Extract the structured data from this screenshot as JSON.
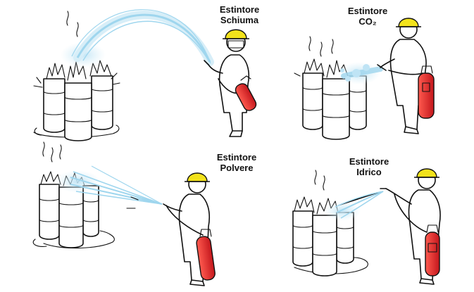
{
  "colors": {
    "helmet": "#f2e21b",
    "extinguisher": "#e0262b",
    "spray": "#9fd6ee",
    "spray_light": "#d7eef8",
    "ink": "#111111",
    "background": "#ffffff"
  },
  "panels": [
    {
      "id": "schiuma",
      "line1": "Estintore",
      "line2": "Schiuma"
    },
    {
      "id": "co2",
      "line1": "Estintore",
      "line2": "CO₂"
    },
    {
      "id": "polvere",
      "line1": "Estintore",
      "line2": "Polvere"
    },
    {
      "id": "idrico",
      "line1": "Estintore",
      "line2": "Idrico"
    }
  ]
}
